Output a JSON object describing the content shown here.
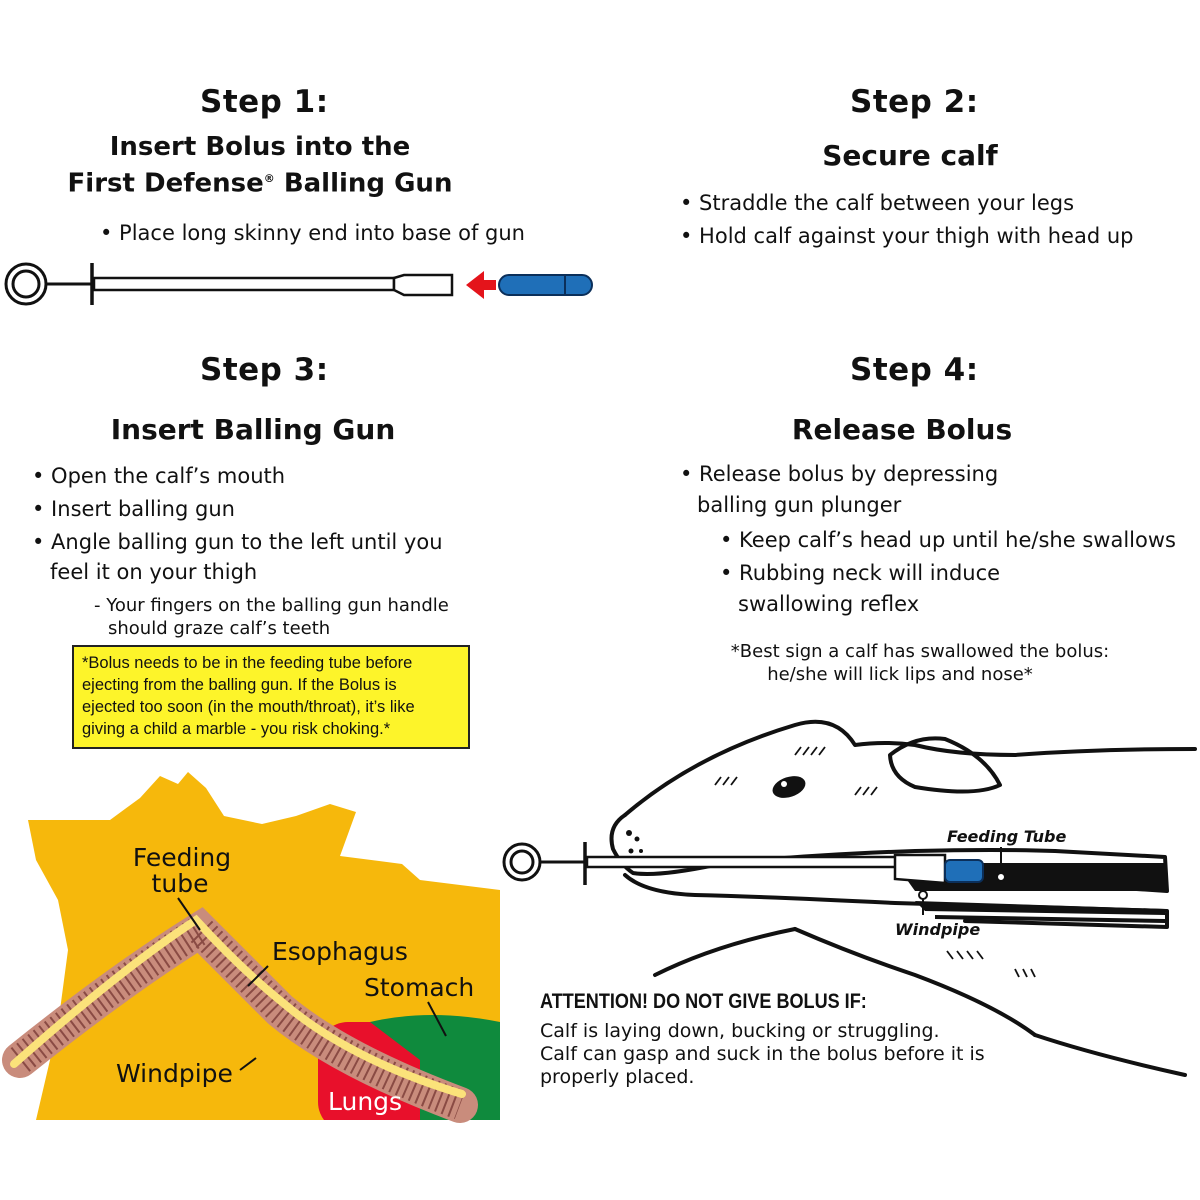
{
  "step1": {
    "title": "Step 1:",
    "subtitle_line1": "Insert Bolus into the",
    "subtitle_line2_pre": "First Defense",
    "subtitle_reg": "®",
    "subtitle_line2_post": " Balling Gun",
    "bullet": "• Place long skinny end into base of gun"
  },
  "step2": {
    "title": "Step 2:",
    "subtitle": "Secure calf",
    "bullets": [
      "• Straddle the calf between your legs",
      "• Hold calf against your thigh with head up"
    ]
  },
  "step3": {
    "title": "Step 3:",
    "subtitle": "Insert Balling Gun",
    "bullets": [
      "• Open the calf’s mouth",
      "• Insert balling gun",
      "• Angle balling gun to the left until you",
      "feel it on your thigh"
    ],
    "sub_bullet_line1": "- Your fingers on the balling gun handle",
    "sub_bullet_line2": "should graze calf’s teeth",
    "note_lines": [
      "*Bolus needs to be in the feeding tube before",
      "ejecting from the balling gun.  If the Bolus is",
      "ejected too soon (in the mouth/throat), it’s like",
      "giving a child a marble - you risk choking.*"
    ]
  },
  "step4": {
    "title": "Step 4:",
    "subtitle": "Release Bolus",
    "bullets": [
      "• Release bolus by depressing",
      "balling gun plunger"
    ],
    "sub_bullets": [
      "• Keep calf’s head up until he/she swallows",
      "• Rubbing neck will induce",
      "swallowing reflex"
    ],
    "best_sign_line1": "*Best sign a calf has swallowed the bolus:",
    "best_sign_line2": "he/she will lick lips and nose*"
  },
  "anatomy": {
    "feeding_tube_1": "Feeding",
    "feeding_tube_2": "tube",
    "esophagus": "Esophagus",
    "stomach": "Stomach",
    "windpipe": "Windpipe",
    "lungs": "Lungs"
  },
  "calf_labels": {
    "feeding_tube": "Feeding Tube",
    "windpipe": "Windpipe"
  },
  "attention": {
    "heading": "ATTENTION! DO NOT GIVE BOLUS IF:",
    "lines": [
      "Calf is laying down, bucking or struggling.",
      "Calf can gasp and suck in the bolus before it is",
      "properly placed."
    ]
  },
  "colors": {
    "yellow_cow": "#f6b80c",
    "note_yellow": "#fdf42a",
    "lungs_red": "#e8102b",
    "stomach_green": "#0f8a3d",
    "bolus_blue": "#1f6fb8",
    "arrow_red": "#e4141b"
  }
}
